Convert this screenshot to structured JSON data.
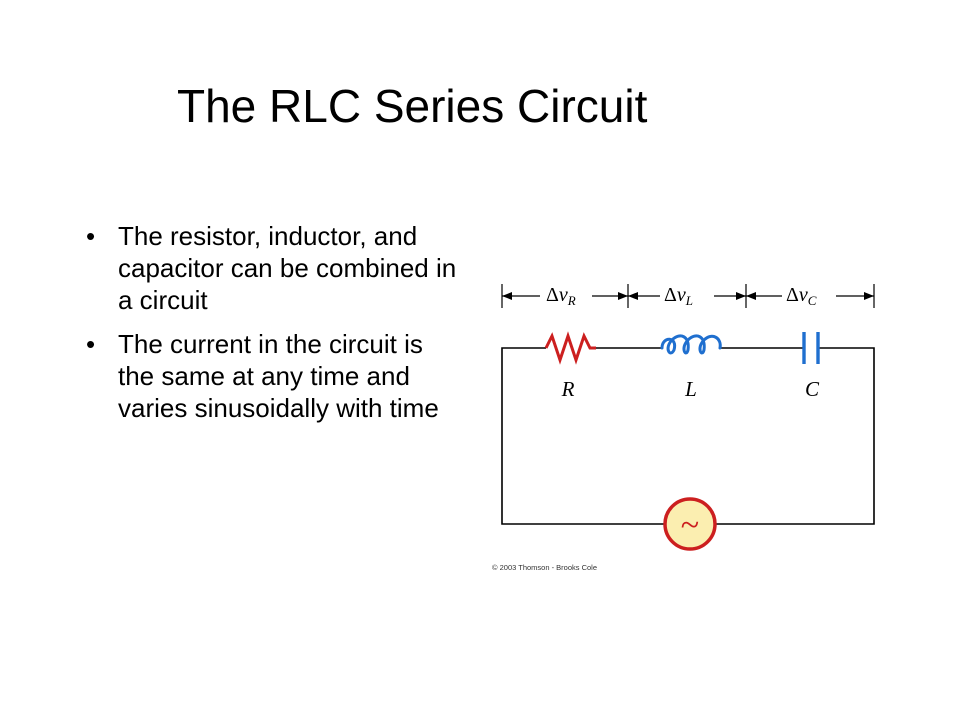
{
  "slide": {
    "title": "The RLC Series Circuit",
    "bullets": [
      "The resistor, inductor, and capacitor can be combined in a circuit",
      "The current in the circuit is the same at any time and varies sinusoidally with time"
    ]
  },
  "diagram": {
    "voltage_labels": {
      "resistor": {
        "delta": "Δ",
        "symbol": "v",
        "subscript": "R"
      },
      "inductor": {
        "delta": "Δ",
        "symbol": "v",
        "subscript": "L"
      },
      "capacitor": {
        "delta": "Δ",
        "symbol": "v",
        "subscript": "C"
      }
    },
    "component_labels": {
      "resistor": "R",
      "inductor": "L",
      "capacitor": "C"
    },
    "source_symbol": "~",
    "copyright": "© 2003 Thomson - Brooks Cole",
    "colors": {
      "wire": "#000000",
      "resistor": "#cc1f1f",
      "inductor": "#1f6fcf",
      "capacitor": "#1f6fcf",
      "source_stroke": "#cc1f1f",
      "source_fill": "#fbeeb0"
    }
  }
}
